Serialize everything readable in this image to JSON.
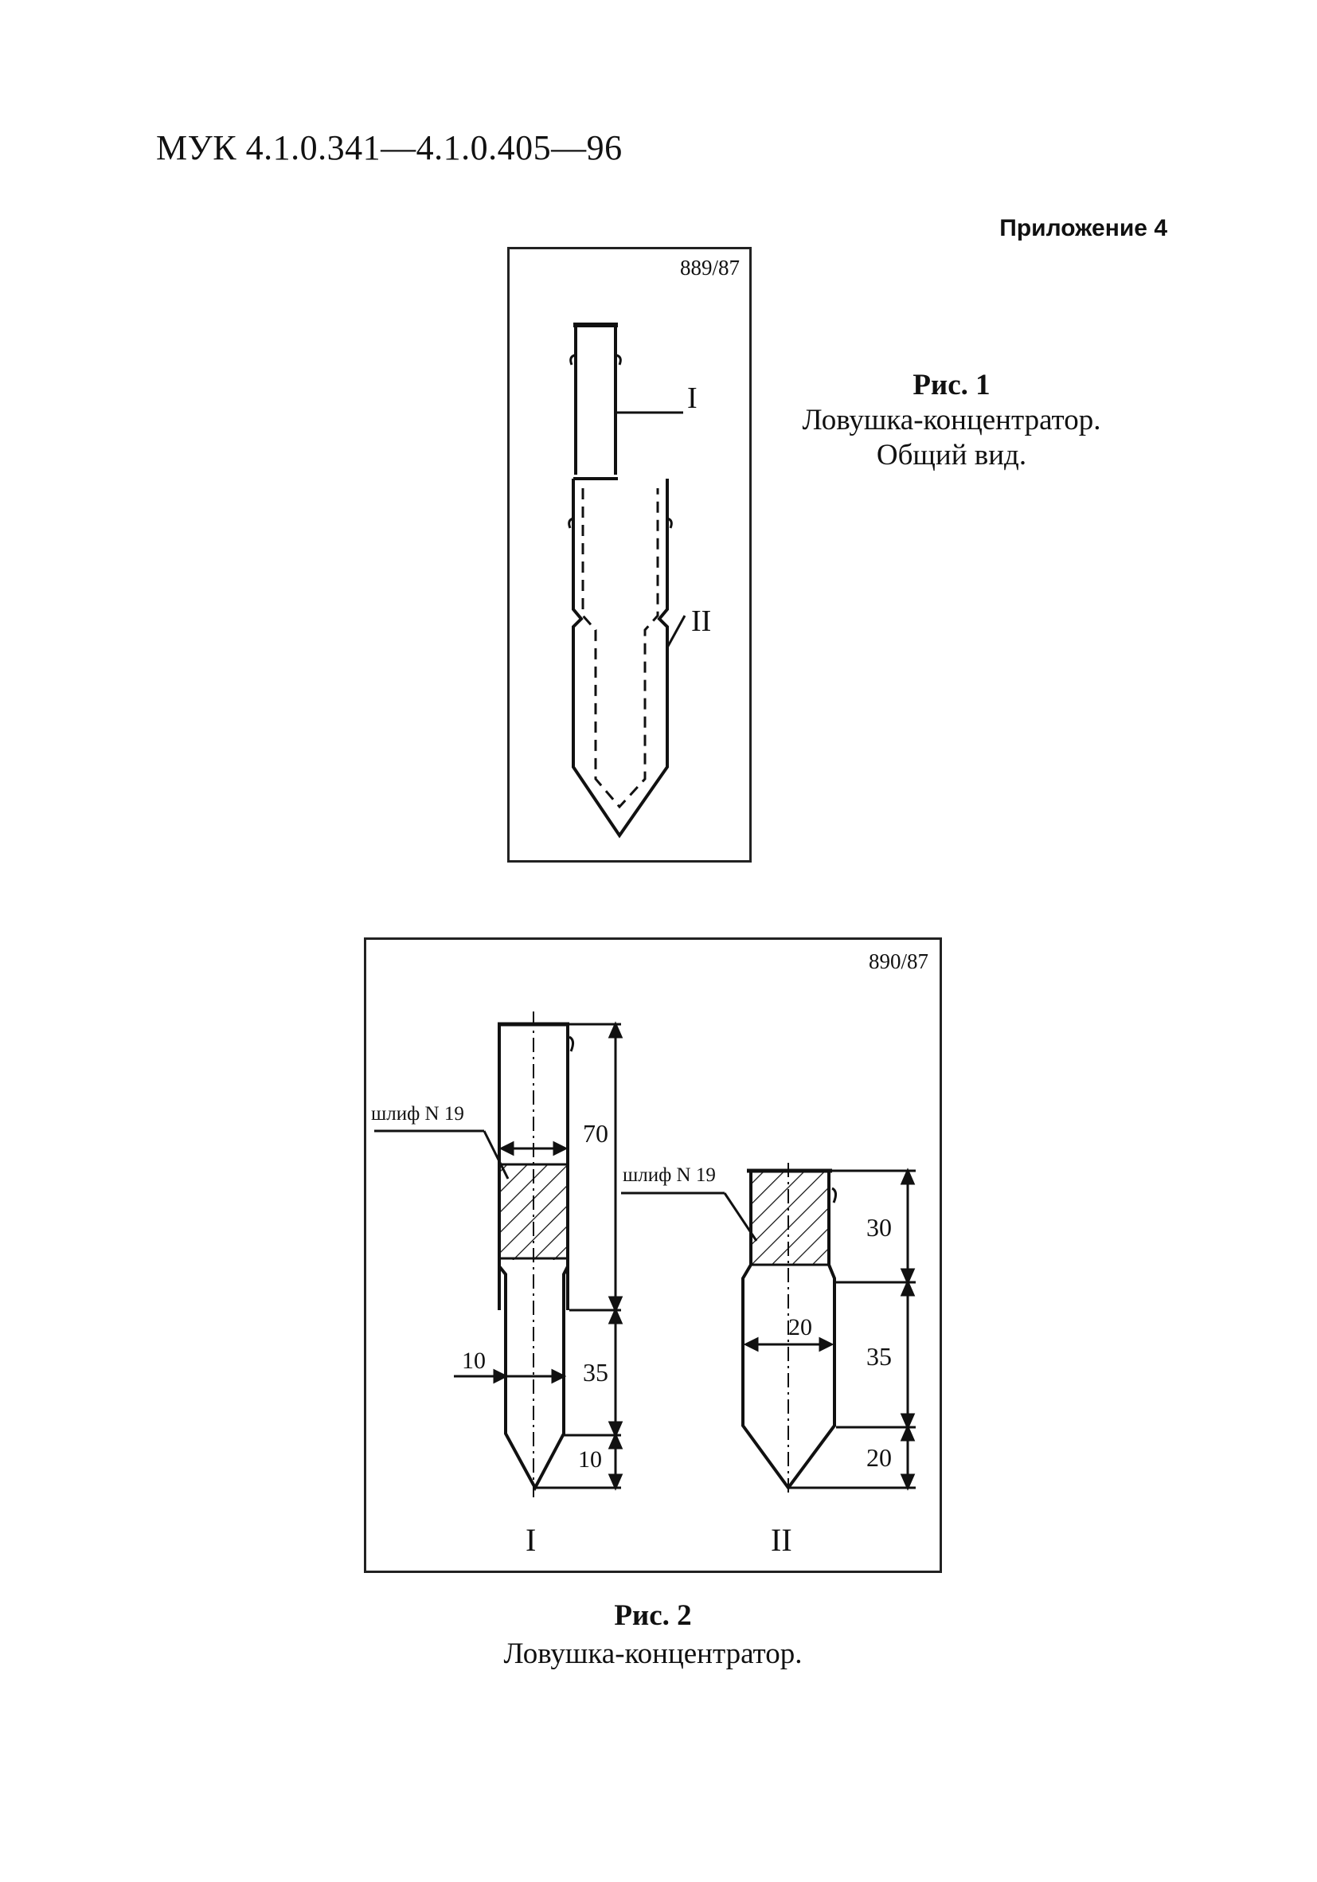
{
  "header": {
    "doc_code": "МУК 4.1.0.341—4.1.0.405—96",
    "appendix": "Приложение 4"
  },
  "figure1": {
    "code": "889/87",
    "label_part1": "I",
    "label_part2": "II",
    "caption_title": "Рис. 1",
    "caption_line1": "Ловушка-концентратор.",
    "caption_line2": "Общий вид."
  },
  "figure2": {
    "code": "890/87",
    "part1": {
      "label": "I",
      "joint_label": "шлиф N 19",
      "dim_top": "70",
      "dim_mid": "35",
      "dim_bottom": "10",
      "dim_diameter": "10"
    },
    "part2": {
      "label": "II",
      "joint_label": "шлиф N 19",
      "dim_top": "30",
      "dim_mid": "35",
      "dim_bottom": "20",
      "dim_diameter": "20"
    },
    "caption_title": "Рис. 2",
    "caption_line1": "Ловушка-концентратор."
  }
}
